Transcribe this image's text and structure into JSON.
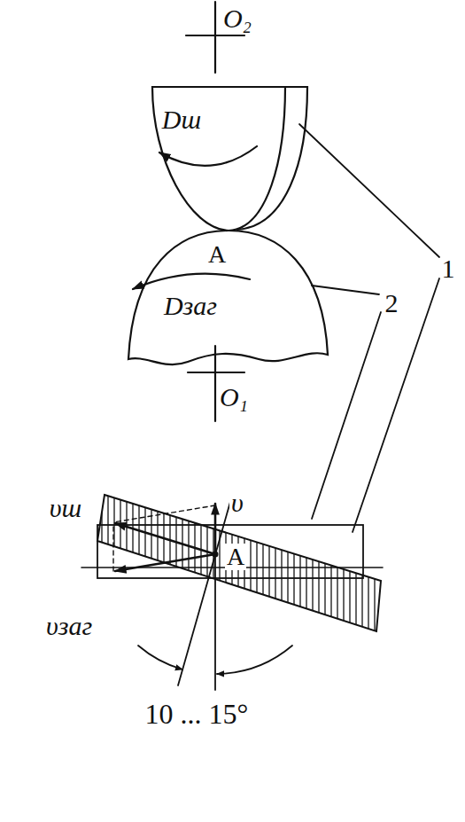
{
  "diagram": {
    "labels": [
      "O₂",
      "Dш",
      "A",
      "Dзаг",
      "O₁",
      "2",
      "1",
      "υш",
      "υ",
      "A",
      "υзаг",
      "10 ... 15°"
    ]
  }
}
